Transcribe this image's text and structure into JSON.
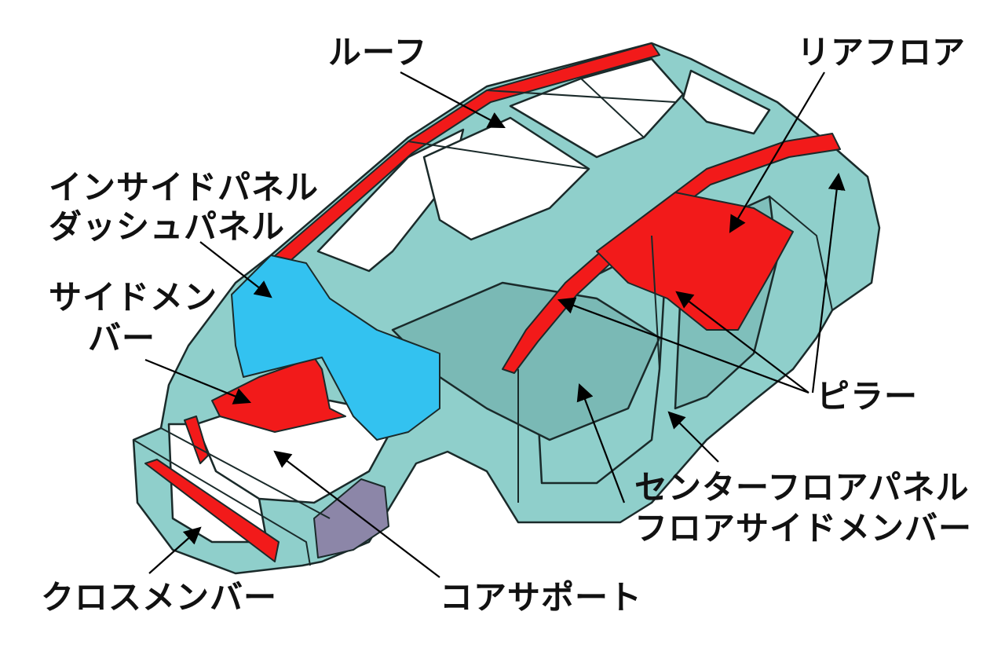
{
  "labels": {
    "roof": "ルーフ",
    "rear_floor": "リアフロア",
    "inside_panel": "インサイドパネル",
    "dash_panel": "ダッシュパネル",
    "side_member_line1": "サイドメン",
    "side_member_line2": "バー",
    "pillar": "ピラー",
    "center_floor_panel": "センターフロアパネル",
    "floor_side_member": "フロアサイドメンバー",
    "cross_member": "クロスメンバー",
    "core_support": "コアサポート"
  },
  "colors": {
    "body": "#8fcfcb",
    "highlight_red": "#f21a1a",
    "highlight_blue": "#33c2f0",
    "highlight_purple": "#8c86a8",
    "outline": "#1a2a2a",
    "text": "#111111"
  }
}
